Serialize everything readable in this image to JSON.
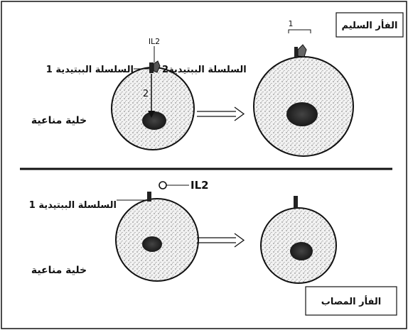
{
  "panels": {
    "healthy": {
      "title": "الفأر السليم"
    },
    "sick": {
      "title": "الفأر المصاب"
    }
  },
  "labels": {
    "il2_top": "IL2",
    "il2_bottom": "IL2",
    "chain1_top": "السلسلة الببتيدية 1",
    "chain2_top": "السلسلة الببتيدية2",
    "chain1_bottom": "السلسلة الببتيدية 1",
    "immune_cell_top": "خلية مناعية",
    "immune_cell_bottom": "خلية مناعية",
    "arrow_number": "2",
    "bracket_number": "1"
  },
  "colors": {
    "ink": "#111111",
    "cell_fill": "#e6e6e6",
    "nucleus": "#2a2a2a"
  }
}
